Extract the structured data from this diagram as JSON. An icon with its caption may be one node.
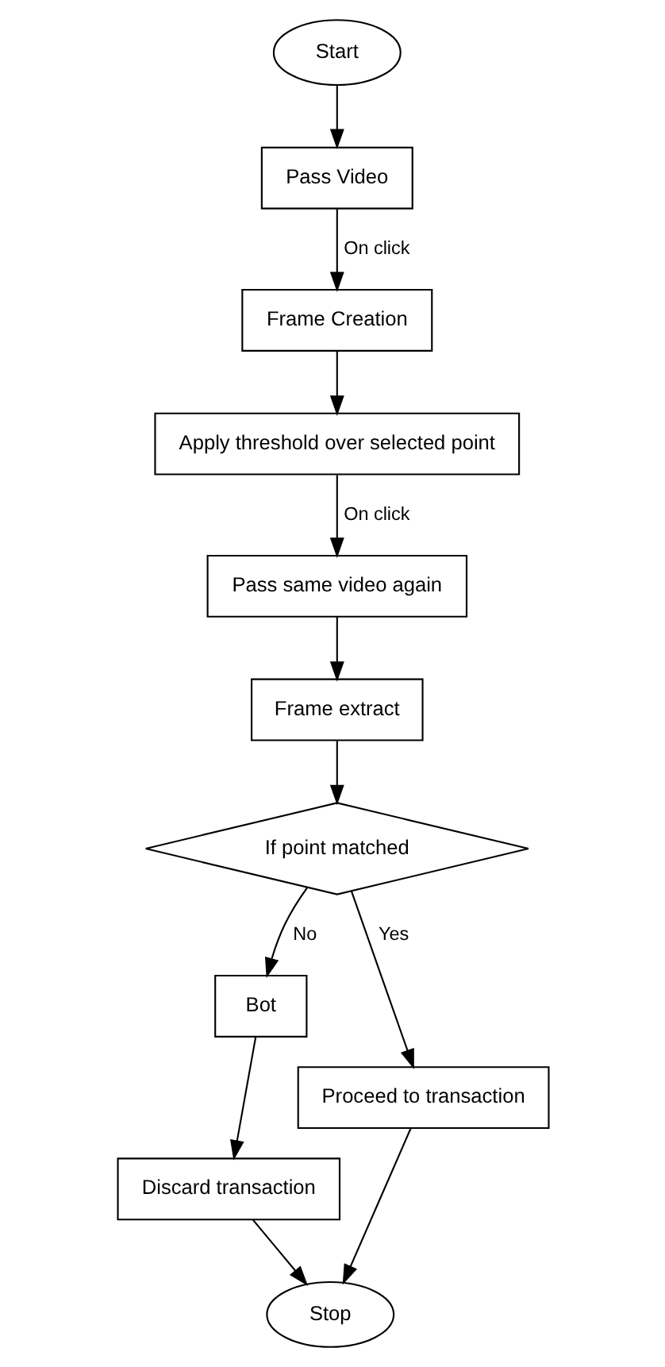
{
  "diagram": {
    "nodes": [
      {
        "text": [
          "Start"
        ]
      },
      {
        "text": [
          "Pass Video"
        ]
      },
      {
        "text": [
          "Frame Creation"
        ]
      },
      {
        "text": [
          "Apply threshold over selected point"
        ]
      },
      {
        "text": [
          "Pass same video again"
        ]
      },
      {
        "text": [
          "Frame extract"
        ]
      },
      {
        "text": [
          "If point matched"
        ]
      },
      {
        "text": [
          "Bot"
        ]
      },
      {
        "text": [
          "Discard transaction"
        ]
      },
      {
        "text": [
          "Proceed to transaction"
        ]
      },
      {
        "text": [
          "Stop"
        ]
      }
    ],
    "edges": [
      {
        "from": 0,
        "to": 1,
        "arrow": "to"
      },
      {
        "from": 1,
        "to": 2,
        "arrow": "to",
        "label": "On click"
      },
      {
        "from": 2,
        "to": 3,
        "arrow": "to"
      },
      {
        "from": 3,
        "to": 4,
        "arrow": "to",
        "label": "On click"
      },
      {
        "from": 4,
        "to": 5,
        "arrow": "to"
      },
      {
        "from": 5,
        "to": 6,
        "arrow": "to"
      },
      {
        "from": 6,
        "to": 7,
        "arrow": "to",
        "label": "No"
      },
      {
        "from": 6,
        "to": 9,
        "arrow": "to",
        "label": "Yes"
      },
      {
        "from": 7,
        "to": 8,
        "arrow": "to"
      },
      {
        "from": 8,
        "to": 10,
        "arrow": "to"
      },
      {
        "from": 9,
        "to": 10,
        "arrow": "to"
      }
    ]
  }
}
